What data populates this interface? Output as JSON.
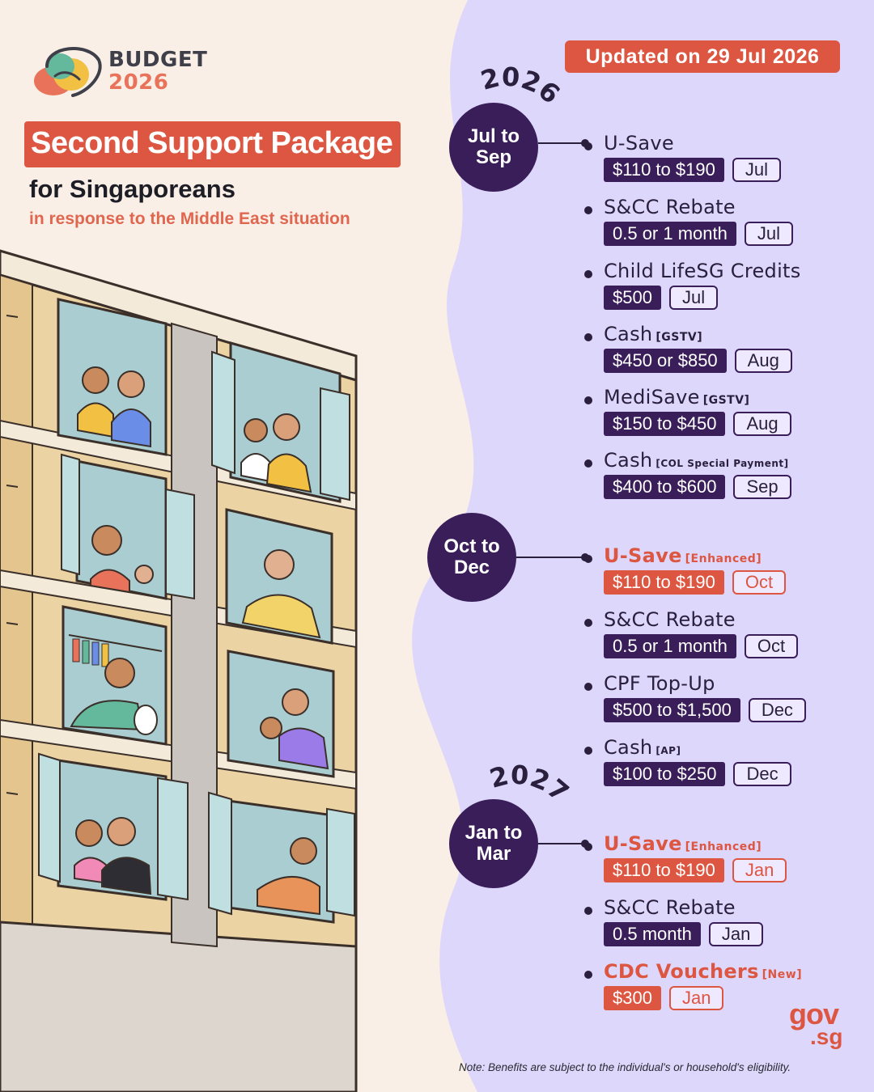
{
  "logo": {
    "line1": "BUDGET",
    "line2": "2026"
  },
  "title": "Second Support Package",
  "subtitle": "for Singaporeans",
  "subline": "in response to the Middle East situation",
  "updated": "Updated on 29 Jul 2026",
  "years": [
    "2026",
    "2027"
  ],
  "periods": [
    {
      "label": "Jul to Sep"
    },
    {
      "label": "Oct to Dec"
    },
    {
      "label": "Jan to Mar"
    }
  ],
  "items": [
    {
      "title": "U-Save",
      "tag": "",
      "amount": "$110 to $190",
      "month": "Jul",
      "highlight": false
    },
    {
      "title": "S&CC Rebate",
      "tag": "",
      "amount": "0.5 or 1 month",
      "month": "Jul",
      "highlight": false
    },
    {
      "title": "Child LifeSG Credits",
      "tag": "",
      "amount": "$500",
      "month": "Jul",
      "highlight": false
    },
    {
      "title": "Cash",
      "tag": "[GSTV]",
      "amount": "$450 or $850",
      "month": "Aug",
      "highlight": false
    },
    {
      "title": "MediSave",
      "tag": "[GSTV]",
      "amount": "$150 to $450",
      "month": "Aug",
      "highlight": false
    },
    {
      "title": "Cash",
      "tag": "[COL Special Payment]",
      "amount": "$400 to $600",
      "month": "Sep",
      "highlight": false
    },
    {
      "title": "U-Save",
      "tag": "[Enhanced]",
      "amount": "$110 to $190",
      "month": "Oct",
      "highlight": true
    },
    {
      "title": "S&CC Rebate",
      "tag": "",
      "amount": "0.5 or 1 month",
      "month": "Oct",
      "highlight": false
    },
    {
      "title": "CPF Top-Up",
      "tag": "",
      "amount": "$500 to $1,500",
      "month": "Dec",
      "highlight": false
    },
    {
      "title": "Cash",
      "tag": "[AP]",
      "amount": "$100 to $250",
      "month": "Dec",
      "highlight": false
    },
    {
      "title": "U-Save",
      "tag": "[Enhanced]",
      "amount": "$110 to $190",
      "month": "Jan",
      "highlight": true
    },
    {
      "title": "S&CC Rebate",
      "tag": "",
      "amount": "0.5 month",
      "month": "Jan",
      "highlight": false
    },
    {
      "title": "CDC Vouchers",
      "tag": "[New]",
      "amount": "$300",
      "month": "Jan",
      "highlight": true
    }
  ],
  "footer": {
    "gov": "gov",
    "sg": ".sg",
    "note": "Note: Benefits are subject to the individual's or household's eligibility."
  },
  "colors": {
    "purple": "#3a1e5a",
    "red": "#dc5641",
    "lavender": "#dcd7fb",
    "cream": "#f9efe6"
  }
}
